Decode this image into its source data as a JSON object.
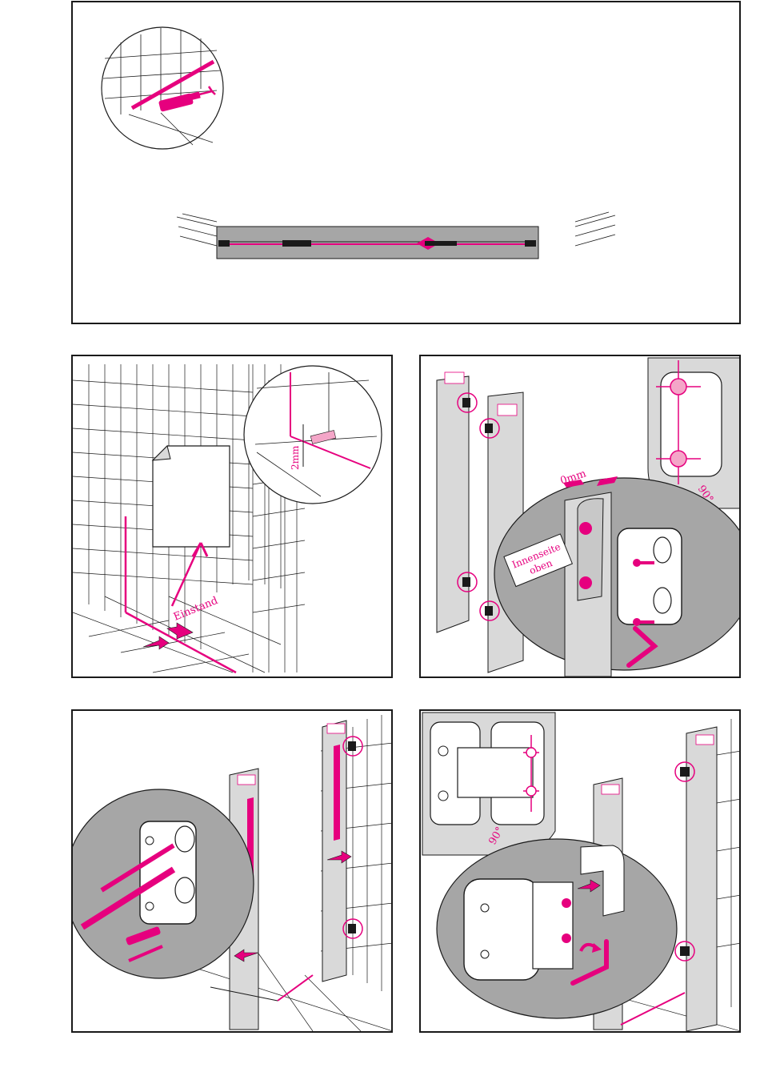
{
  "labels": {
    "einstand": "Einstand",
    "gap_2mm": "2mm",
    "gap_0mm": "0mm",
    "angle_90": "90°",
    "innenseite": "Innenseite",
    "oben": "oben"
  },
  "colors": {
    "accent": "#e6007e",
    "line": "#1a1a1a",
    "glass": "#d9d9d9",
    "shade": "#a6a6a6"
  }
}
